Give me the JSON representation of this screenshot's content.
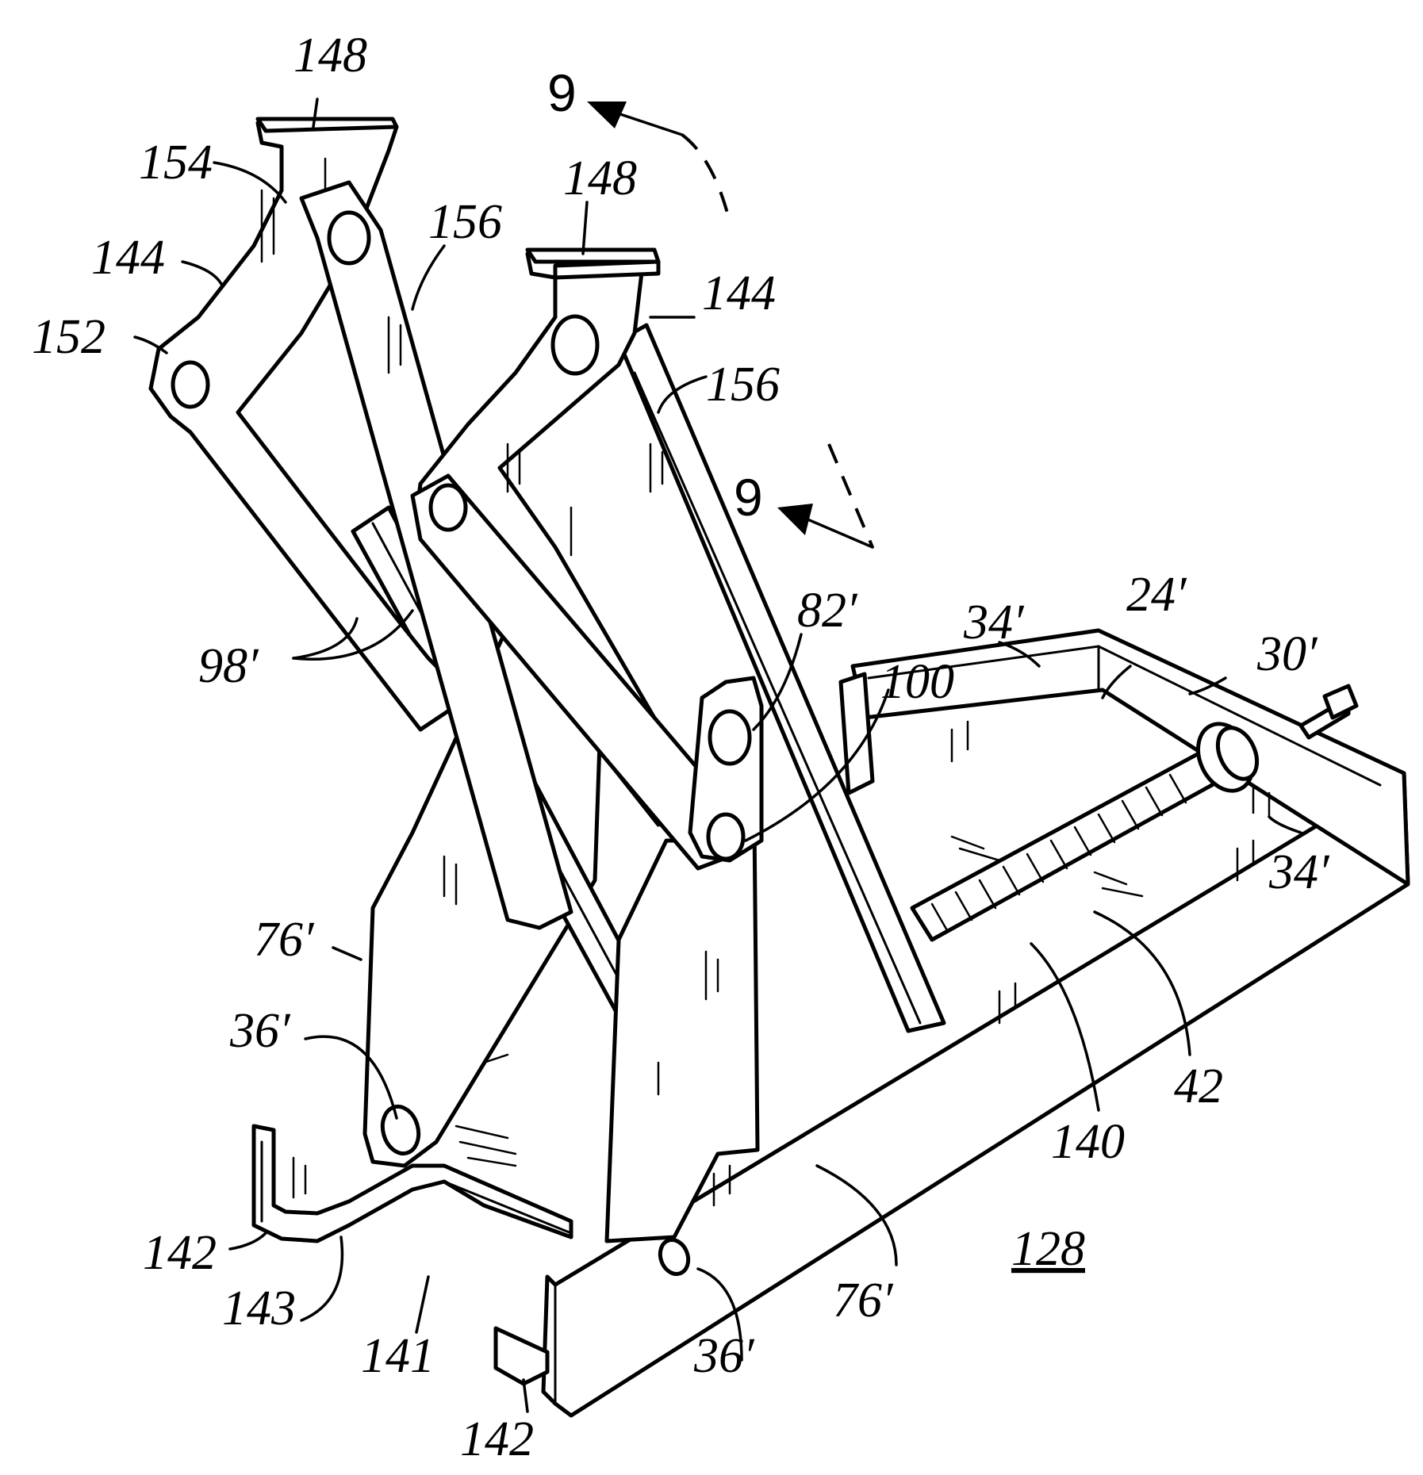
{
  "figure": {
    "reference_numerals": {
      "n148a": "148",
      "n148b": "148",
      "n154": "154",
      "n144a": "144",
      "n144b": "144",
      "n152": "152",
      "n156a": "156",
      "n156b": "156",
      "n98": "98′",
      "n82": "82′",
      "n100": "100",
      "n34a": "34′",
      "n34b": "34′",
      "n24": "24′",
      "n30": "30′",
      "n76a": "76′",
      "n76b": "76′",
      "n36a": "36′",
      "n36b": "36′",
      "n140": "140",
      "n42": "42",
      "n142a": "142",
      "n142b": "142",
      "n143": "143",
      "n141": "141",
      "n128": "128"
    },
    "section_markers": {
      "top": "9",
      "bottom": "9"
    }
  }
}
